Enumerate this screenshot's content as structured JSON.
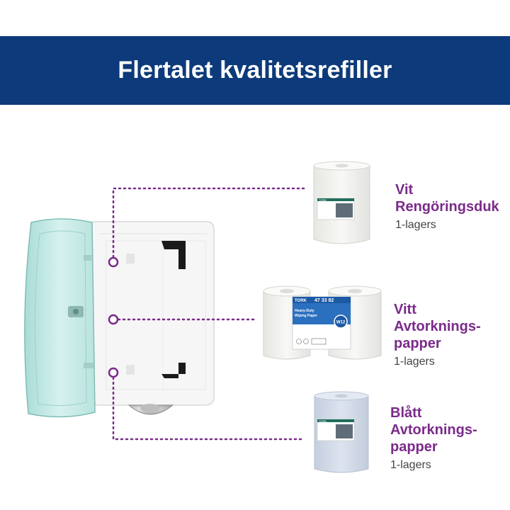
{
  "title": "Flertalet kvalitetsrefiller",
  "colors": {
    "banner": "#0d3a7a",
    "accent": "#7b2a8a",
    "dispenser_cover": "#bfe6e1",
    "roll_white": "#f1f1ee",
    "roll_blue": "#cfd8e6"
  },
  "products": [
    {
      "name_lines": [
        "Vit",
        "Rengöringsduk"
      ],
      "ply": "1-lagers"
    },
    {
      "name_lines": [
        "Vitt",
        "Avtorknings-",
        "papper"
      ],
      "ply": "1-lagers",
      "package": {
        "brand": "TORK",
        "code": "47 33 82",
        "desc_lines": [
          "Heavy-Duty",
          "Wiping Paper"
        ],
        "badge": "W12"
      }
    },
    {
      "name_lines": [
        "Blått",
        "Avtorknings-",
        "papper"
      ],
      "ply": "1-lagers"
    }
  ],
  "roll_tag": "TORK"
}
